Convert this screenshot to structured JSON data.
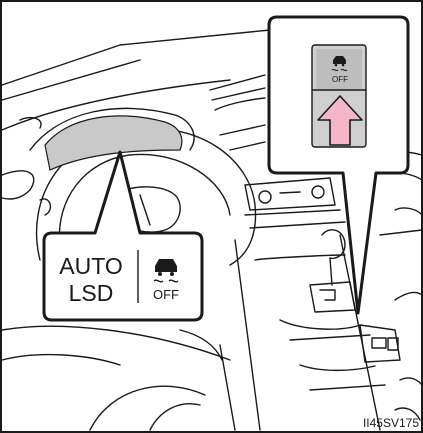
{
  "callout_dashboard": {
    "auto_lsd_line1": "AUTO",
    "auto_lsd_line2": "LSD",
    "vsc_off_label": "OFF"
  },
  "callout_switch": {
    "vsc_off_label": "OFF"
  },
  "figure_code": "II45SV175",
  "colors": {
    "arrow_fill": "#f4b6c8",
    "switch_gray": "#cfcfcf",
    "cluster_gray": "#c9c9c9",
    "line": "#1a1a1a"
  },
  "icons": {
    "vsc_off": "skidding-car-icon",
    "press_arrow": "up-arrow-icon"
  }
}
